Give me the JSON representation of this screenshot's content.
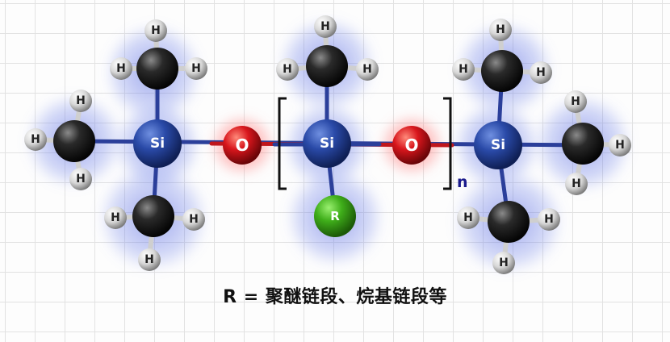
{
  "atoms": {
    "silicon": "Si",
    "oxygen": "O",
    "hydrogen": "H",
    "substituent": "R"
  },
  "repeat_subscript": "n",
  "caption": "R = 聚醚链段、烷基链段等",
  "colors": {
    "silicon": "#1f3f8f",
    "oxygen": "#d0181c",
    "carbon": "#1a1a1a",
    "hydrogen": "#d8d8d8",
    "substituent": "#3fae1a",
    "bond": "#2b3f9a",
    "cloud_blue": "#5a6fe0",
    "cloud_red": "#ff3a3a"
  }
}
